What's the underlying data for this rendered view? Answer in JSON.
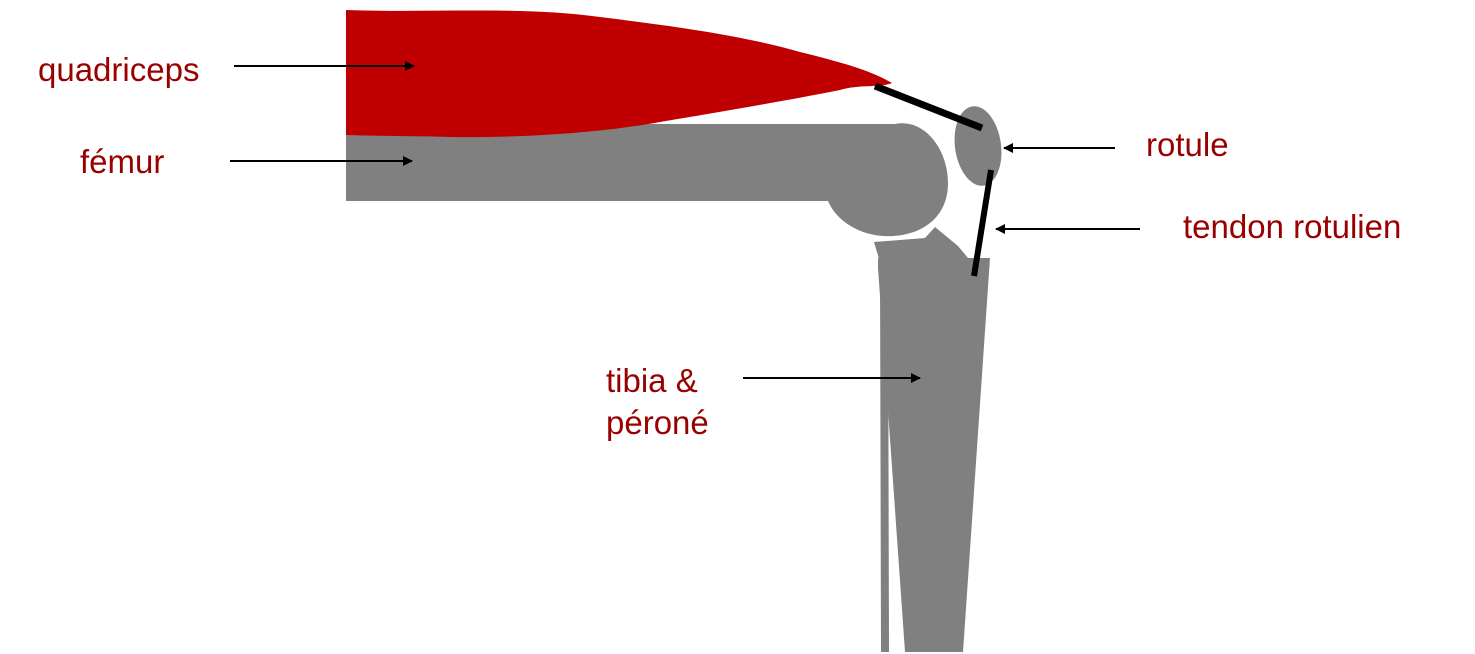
{
  "colors": {
    "muscle": "#c00000",
    "bone": "#808080",
    "label_text": "#990000",
    "tendon": "#000000",
    "arrow": "#000000",
    "background": "#ffffff"
  },
  "labels": {
    "quadriceps": "quadriceps",
    "femur": "fémur",
    "rotule": "rotule",
    "tendon_rotulien": "tendon rotulien",
    "tibia_line1": "tibia &",
    "tibia_line2": "péroné"
  }
}
